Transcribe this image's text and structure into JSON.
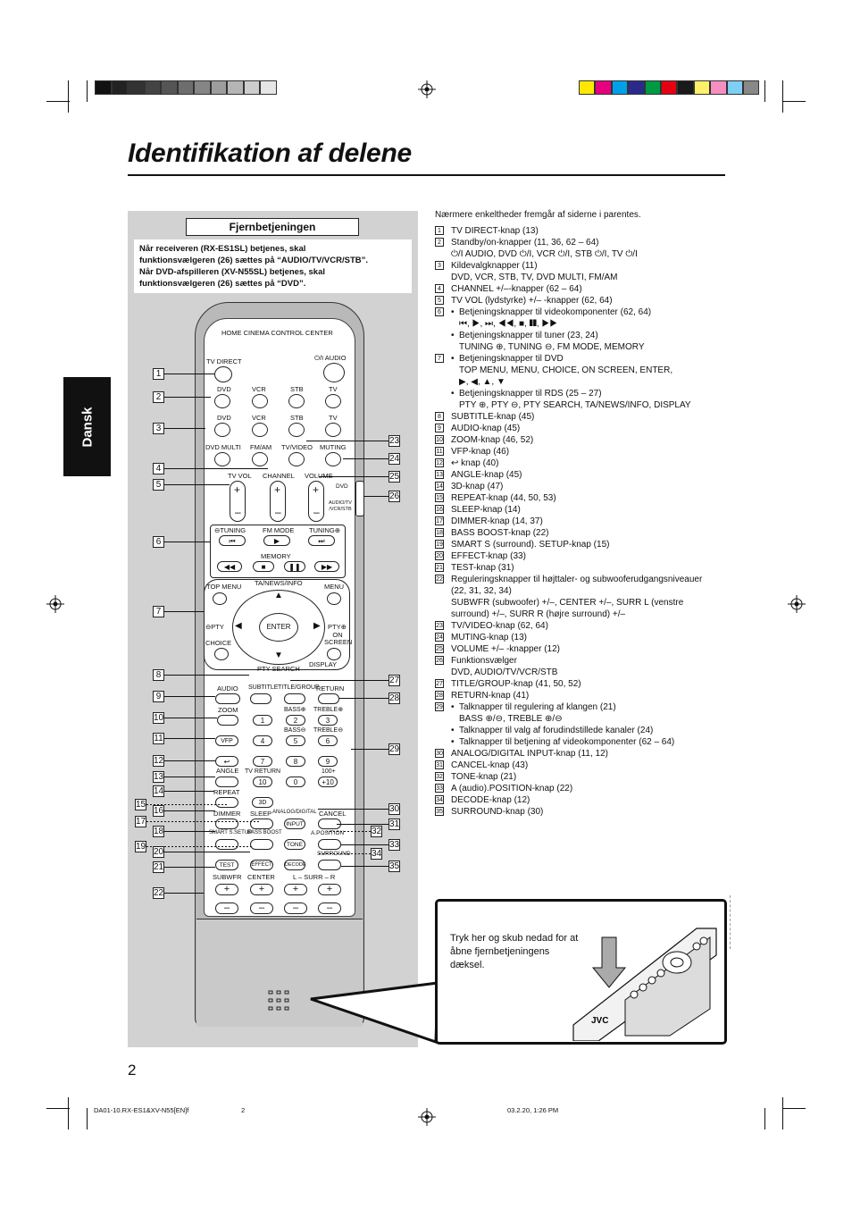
{
  "page": {
    "title": "Identifikation af delene",
    "side_tab": "Dansk",
    "page_number": "2",
    "footer_left": "DA01-10.RX-ES1&XV-N55[EN]f",
    "footer_mid": "2",
    "footer_right": "03.2.20, 1:26 PM"
  },
  "colors": {
    "grey_bars": [
      "#111111",
      "#222222",
      "#333333",
      "#444444",
      "#555555",
      "#6d6d6d",
      "#858585",
      "#9d9d9d",
      "#b5b5b5",
      "#cdcdcd",
      "#e6e6e6"
    ],
    "color_bars": [
      "#ffe800",
      "#e6007e",
      "#00a0e9",
      "#2b2a8c",
      "#009944",
      "#e60012",
      "#1a1a1a",
      "#fff06a",
      "#f58fc0",
      "#7fcef4",
      "#888888"
    ]
  },
  "panel": {
    "heading": "Fjernbetjeningen",
    "note_line1": "Når receiveren (RX-ES1SL) betjenes, skal",
    "note_line2": "funktionsvælgeren (26) sættes på “AUDIO/TV/VCR/STB”.",
    "note_line3": "Når DVD-afspilleren (XV-N55SL) betjenes, skal",
    "note_line4": "funktionsvælgeren (26) sættes på “DVD”."
  },
  "remote": {
    "brand_line": "HOME CINEMA CONTROL CENTER",
    "labels": {
      "tv_direct": "TV DIRECT",
      "audio_pow": "⏻/I AUDIO",
      "dvd": "DVD",
      "vcr": "VCR",
      "stb": "STB",
      "tv": "TV",
      "dvd_multi": "DVD MULTI",
      "fm_am": "FM/AM",
      "tv_video": "TV/VIDEO",
      "muting": "MUTING",
      "tv_vol": "TV VOL",
      "channel": "CHANNEL",
      "volume": "VOLUME",
      "sw_dvd": "DVD",
      "sw_audio": "AUDIO/TV /VCR/STB",
      "tuning_minus": "⊖TUNING",
      "fm_mode": "FM MODE",
      "tuning_plus": "TUNING⊕",
      "memory": "MEMORY",
      "top_menu": "TOP MENU",
      "ta_news": "TA/NEWS/INFO",
      "menu": "MENU",
      "pty_minus": "⊖PTY",
      "pty_plus": "PTY⊕",
      "enter": "ENTER",
      "choice": "CHOICE",
      "on_screen": "ON SCREEN",
      "pty_search": "PTY SEARCH",
      "display": "DISPLAY",
      "audio": "AUDIO",
      "subtitle": "SUBTITLE",
      "title_group": "TITLE/GROUP",
      "return": "RETURN",
      "zoom": "ZOOM",
      "bass_plus": "BASS⊕",
      "treble_plus": "TREBLE⊕",
      "vfp": "VFP",
      "bass_minus": "BASS⊖",
      "treble_minus": "TREBLE⊖",
      "angle": "ANGLE",
      "tv_return": "TV RETURN",
      "hundred": "100+",
      "repeat": "REPEAT",
      "three_d": "3D",
      "dimmer": "DIMMER",
      "sleep": "SLEEP",
      "analog_digital": "ANALOG/DIGITAL",
      "input": "INPUT",
      "cancel": "CANCEL",
      "smart_setup": "SMART S.SETUP",
      "bass_boost": "BASS BOOST",
      "tone": "TONE",
      "a_position": "A.POSITION",
      "test": "TEST",
      "effect": "EFFECT",
      "decode": "DECODE",
      "surround": "SURROUND",
      "subwfr": "SUBWFR",
      "center": "CENTER",
      "surr": "L – SURR – R"
    },
    "keypad": [
      "1",
      "2",
      "3",
      "4",
      "5",
      "6",
      "7",
      "8",
      "9",
      "10",
      "0",
      "+10"
    ],
    "plus": "+",
    "minus": "–"
  },
  "callouts_left": [
    "1",
    "2",
    "3",
    "4",
    "5",
    "6",
    "7",
    "8",
    "9",
    "10",
    "11",
    "12",
    "13",
    "14",
    "15",
    "16",
    "17",
    "18",
    "19",
    "20",
    "21",
    "22"
  ],
  "callouts_right": [
    "23",
    "24",
    "25",
    "26",
    "27",
    "28",
    "29",
    "30",
    "31",
    "32",
    "33",
    "34",
    "35"
  ],
  "list": {
    "intro": "Nærmere enkeltheder fremgår af siderne i parentes.",
    "items": [
      {
        "n": "1",
        "lines": [
          {
            "t": "TV DIRECT-knap (13)",
            "k": "c0"
          }
        ]
      },
      {
        "n": "2",
        "lines": [
          {
            "t": "Standby/on-knapper (11, 36, 62 – 64)",
            "k": "c0"
          },
          {
            "t": "⏻/I AUDIO, DVD ⏻/I, VCR ⏻/I, STB ⏻/I, TV ⏻/I",
            "k": "c0"
          }
        ]
      },
      {
        "n": "3",
        "lines": [
          {
            "t": "Kildevalgknapper (11)",
            "k": "c0"
          },
          {
            "t": "DVD, VCR, STB, TV, DVD MULTI, FM/AM",
            "k": "c0"
          }
        ]
      },
      {
        "n": "4",
        "lines": [
          {
            "t": "CHANNEL +/–-knapper (62 – 64)",
            "k": "c0"
          }
        ]
      },
      {
        "n": "5",
        "lines": [
          {
            "t": "TV VOL (lydstyrke) +/– -knapper (62, 64)",
            "k": "c0"
          }
        ]
      },
      {
        "n": "6",
        "lines": [
          {
            "t": "Betjeningsknapper til videokomponenter  (62, 64)",
            "k": "b"
          },
          {
            "t": "⏮, ▶, ⏭, ◀◀, ■, ❚❚, ▶▶",
            "k": "c"
          },
          {
            "t": "Betjeningsknapper til tuner (23, 24)",
            "k": "b"
          },
          {
            "t": "TUNING ⊕, TUNING ⊖, FM MODE, MEMORY",
            "k": "c"
          }
        ]
      },
      {
        "n": "7",
        "lines": [
          {
            "t": "Betjeningsknapper til DVD",
            "k": "b"
          },
          {
            "t": "TOP MENU, MENU, CHOICE, ON SCREEN, ENTER,",
            "k": "c"
          },
          {
            "t": "▶, ◀, ▲, ▼",
            "k": "c"
          },
          {
            "t": "Betjeningsknapper til RDS (25 – 27)",
            "k": "b"
          },
          {
            "t": "PTY ⊕,  PTY ⊖, PTY SEARCH, TA/NEWS/INFO, DISPLAY",
            "k": "c"
          }
        ]
      },
      {
        "n": "8",
        "lines": [
          {
            "t": "SUBTITLE-knap (45)",
            "k": "c0"
          }
        ]
      },
      {
        "n": "9",
        "lines": [
          {
            "t": "AUDIO-knap (45)",
            "k": "c0"
          }
        ]
      },
      {
        "n": "10",
        "lines": [
          {
            "t": "ZOOM-knap (46, 52)",
            "k": "c0"
          }
        ]
      },
      {
        "n": "11",
        "lines": [
          {
            "t": "VFP-knap (46)",
            "k": "c0"
          }
        ]
      },
      {
        "n": "12",
        "lines": [
          {
            "t": "↩ knap (40)",
            "k": "c0"
          }
        ]
      },
      {
        "n": "13",
        "lines": [
          {
            "t": "ANGLE-knap (45)",
            "k": "c0"
          }
        ]
      },
      {
        "n": "14",
        "lines": [
          {
            "t": "3D-knap (47)",
            "k": "c0"
          }
        ]
      },
      {
        "n": "15",
        "lines": [
          {
            "t": "REPEAT-knap (44, 50, 53)",
            "k": "c0"
          }
        ]
      },
      {
        "n": "16",
        "lines": [
          {
            "t": "SLEEP-knap (14)",
            "k": "c0"
          }
        ]
      },
      {
        "n": "17",
        "lines": [
          {
            "t": "DIMMER-knap (14, 37)",
            "k": "c0"
          }
        ]
      },
      {
        "n": "18",
        "lines": [
          {
            "t": "BASS BOOST-knap (22)",
            "k": "c0"
          }
        ]
      },
      {
        "n": "19",
        "lines": [
          {
            "t": "SMART S (surround). SETUP-knap (15)",
            "k": "c0"
          }
        ]
      },
      {
        "n": "20",
        "lines": [
          {
            "t": "EFFECT-knap (33)",
            "k": "c0"
          }
        ]
      },
      {
        "n": "21",
        "lines": [
          {
            "t": "TEST-knap (31)",
            "k": "c0"
          }
        ]
      },
      {
        "n": "22",
        "lines": [
          {
            "t": "Reguleringsknapper til højttaler- og subwooferudgangsniveauer",
            "k": "c0"
          },
          {
            "t": "(22, 31, 32, 34)",
            "k": "c0"
          },
          {
            "t": "SUBWFR (subwoofer) +/–, CENTER +/–, SURR L (venstre",
            "k": "c0"
          },
          {
            "t": "surround) +/–, SURR R (højre surround) +/–",
            "k": "c0"
          }
        ]
      },
      {
        "n": "23",
        "lines": [
          {
            "t": "TV/VIDEO-knap (62, 64)",
            "k": "c0"
          }
        ]
      },
      {
        "n": "24",
        "lines": [
          {
            "t": "MUTING-knap (13)",
            "k": "c0"
          }
        ]
      },
      {
        "n": "25",
        "lines": [
          {
            "t": "VOLUME +/– -knapper (12)",
            "k": "c0"
          }
        ]
      },
      {
        "n": "26",
        "lines": [
          {
            "t": "Funktionsvælger",
            "k": "c0"
          },
          {
            "t": "DVD, AUDIO/TV/VCR/STB",
            "k": "c0"
          }
        ]
      },
      {
        "n": "27",
        "lines": [
          {
            "t": "TITLE/GROUP-knap (41, 50, 52)",
            "k": "c0"
          }
        ]
      },
      {
        "n": "28",
        "lines": [
          {
            "t": "RETURN-knap (41)",
            "k": "c0"
          }
        ]
      },
      {
        "n": "29",
        "lines": [
          {
            "t": "Talknapper til regulering af klangen (21)",
            "k": "b"
          },
          {
            "t": "BASS ⊕/⊖, TREBLE ⊕/⊖",
            "k": "c"
          },
          {
            "t": "Talknapper til valg af forudindstillede kanaler (24)",
            "k": "b"
          },
          {
            "t": "Talknapper til betjening af videokomponenter (62 – 64)",
            "k": "b"
          }
        ]
      },
      {
        "n": "30",
        "lines": [
          {
            "t": "ANALOG/DIGITAL INPUT-knap (11, 12)",
            "k": "c0"
          }
        ]
      },
      {
        "n": "31",
        "lines": [
          {
            "t": "CANCEL-knap (43)",
            "k": "c0"
          }
        ]
      },
      {
        "n": "32",
        "lines": [
          {
            "t": "TONE-knap (21)",
            "k": "c0"
          }
        ]
      },
      {
        "n": "33",
        "lines": [
          {
            "t": "A (audio).POSITION-knap (22)",
            "k": "c0"
          }
        ]
      },
      {
        "n": "34",
        "lines": [
          {
            "t": "DECODE-knap (12)",
            "k": "c0"
          }
        ]
      },
      {
        "n": "35",
        "lines": [
          {
            "t": "SURROUND-knap (30)",
            "k": "c0"
          }
        ]
      }
    ]
  },
  "callout_box": {
    "text": "Tryk her og skub nedad for at åbne fjernbetjeningens dæksel.",
    "logo": "JVC"
  }
}
